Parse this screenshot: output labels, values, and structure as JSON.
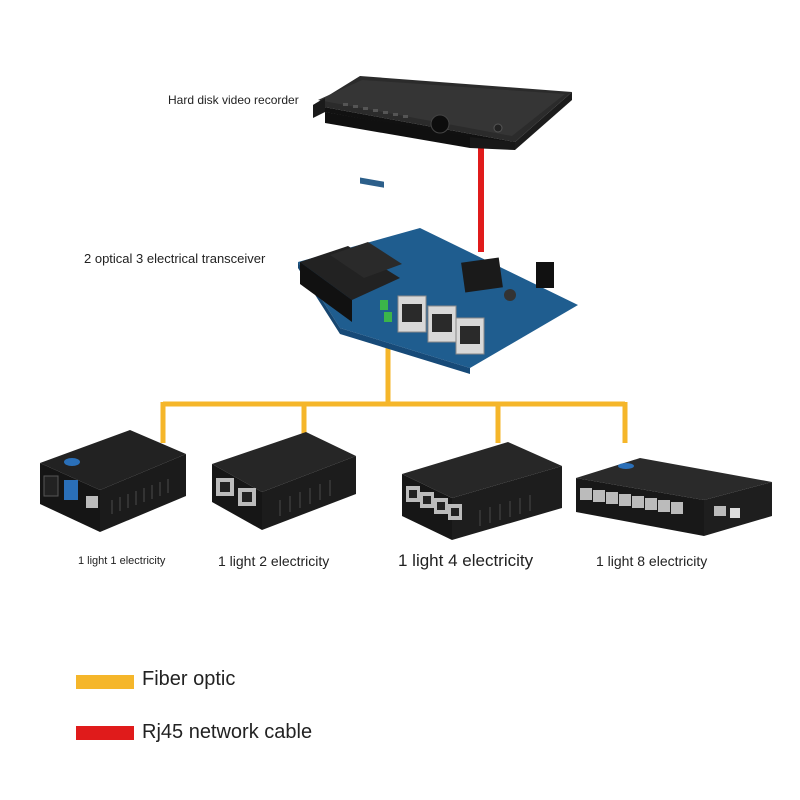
{
  "devices": {
    "dvr": {
      "label": "Hard disk video recorder"
    },
    "transceiver": {
      "label": "2 optical 3 electrical transceiver"
    },
    "media_converters": [
      {
        "label": "1 light 1 electricity"
      },
      {
        "label": "1 light 2 electricity"
      },
      {
        "label": "1 light 4 electricity"
      },
      {
        "label": "1 light 8 electricity"
      }
    ]
  },
  "legend": {
    "fiber": {
      "label": "Fiber optic",
      "color": "#f5b62a"
    },
    "rj45": {
      "label": "Rj45 network cable",
      "color": "#e01b1b"
    }
  }
}
